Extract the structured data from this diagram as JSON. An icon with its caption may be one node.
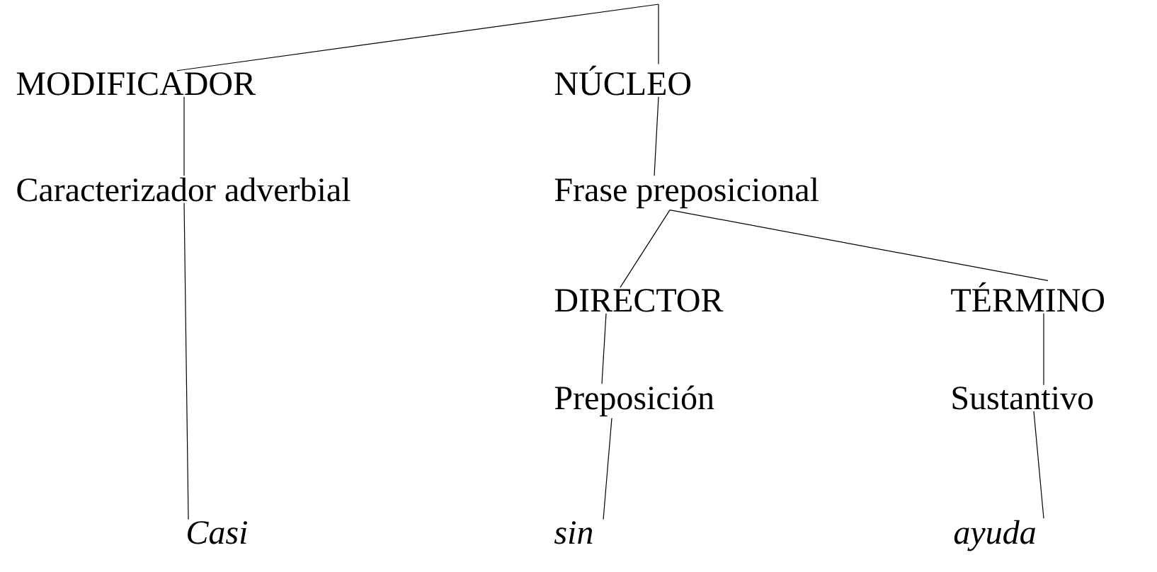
{
  "diagram": {
    "nodes": [
      {
        "text": [
          "MODIFICADOR"
        ]
      },
      {
        "text": [
          "NÚCLEO"
        ]
      },
      {
        "text": [
          "Caracterizador adverbial"
        ]
      },
      {
        "text": [
          "Frase preposicional"
        ]
      },
      {
        "text": [
          "DIRECTOR"
        ]
      },
      {
        "text": [
          "TÉRMINO"
        ]
      },
      {
        "text": [
          "Preposición"
        ]
      },
      {
        "text": [
          "Sustantivo"
        ]
      },
      {
        "text": [
          "Casi"
        ]
      },
      {
        "text": [
          "sin"
        ]
      },
      {
        "text": [
          "ayuda"
        ]
      }
    ],
    "edges": [
      {
        "from": null,
        "to": 0,
        "arrow": "none"
      },
      {
        "from": null,
        "to": 1,
        "arrow": "none"
      },
      {
        "from": 0,
        "to": 2,
        "arrow": "none"
      },
      {
        "from": 1,
        "to": 3,
        "arrow": "none"
      },
      {
        "from": 2,
        "to": 8,
        "arrow": "none"
      },
      {
        "from": 3,
        "to": 4,
        "arrow": "none"
      },
      {
        "from": 3,
        "to": 5,
        "arrow": "none"
      },
      {
        "from": 4,
        "to": 6,
        "arrow": "none"
      },
      {
        "from": 5,
        "to": 7,
        "arrow": "none"
      },
      {
        "from": 6,
        "to": 9,
        "arrow": "none"
      },
      {
        "from": 7,
        "to": 10,
        "arrow": "none"
      }
    ]
  }
}
